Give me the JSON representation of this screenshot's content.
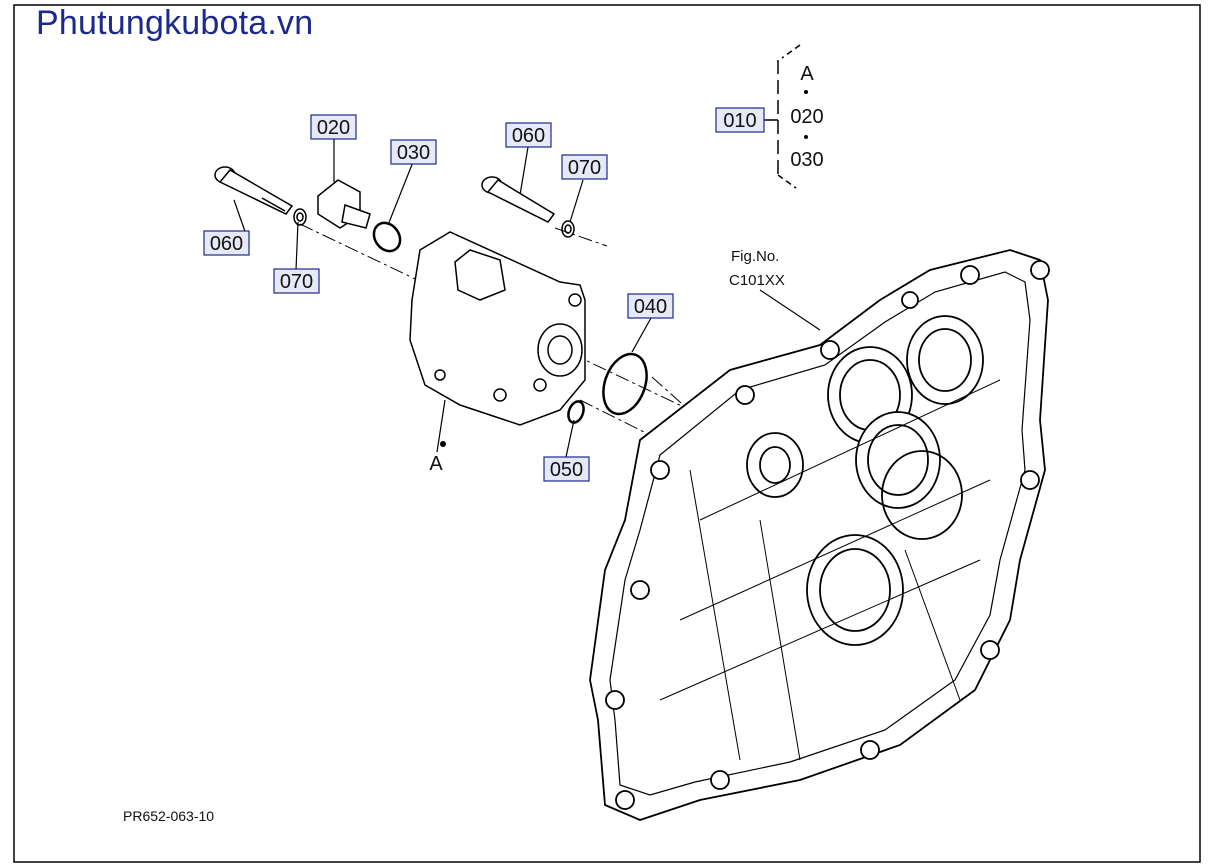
{
  "watermark": "Phutungkubota.vn",
  "drawing_ref": "PR652-063-10",
  "fig_ref": {
    "line1": "Fig.No.",
    "line2": "C101XX"
  },
  "assembly_key": {
    "part": "010",
    "items": [
      "A",
      "020",
      "030"
    ]
  },
  "callouts": [
    {
      "id": "020",
      "label": "020"
    },
    {
      "id": "030",
      "label": "030"
    },
    {
      "id": "060a",
      "label": "060"
    },
    {
      "id": "070a",
      "label": "070"
    },
    {
      "id": "060b",
      "label": "060"
    },
    {
      "id": "070b",
      "label": "070"
    },
    {
      "id": "040",
      "label": "040"
    },
    {
      "id": "050",
      "label": "050"
    }
  ],
  "pump_label": "A",
  "colors": {
    "watermark": "#1b2a8c",
    "callout_box_border": "#1b2a8c",
    "callout_box_fill": "#e6e9f7",
    "line": "#000000"
  }
}
